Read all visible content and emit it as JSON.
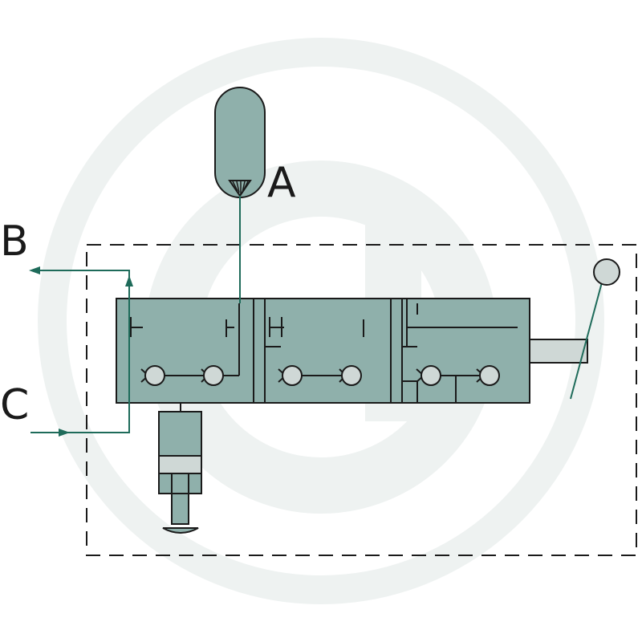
{
  "labels": {
    "a": "A",
    "b": "B",
    "c": "C"
  },
  "colors": {
    "body_fill": "#8fb0ab",
    "body_fill_dark": "#7ea39d",
    "ball_fill": "#cfd8d6",
    "line": "#1a1a1a",
    "flow_line": "#1e6b5a",
    "watermark": "#eef2f1",
    "frame_dash": "#1a1a1a"
  },
  "icons": {
    "lever": "lever-knob-icon",
    "check_valve": "check-valve-icon",
    "accumulator": "accumulator-icon",
    "cylinder": "cylinder-icon",
    "watermark": "logo-watermark-icon"
  }
}
